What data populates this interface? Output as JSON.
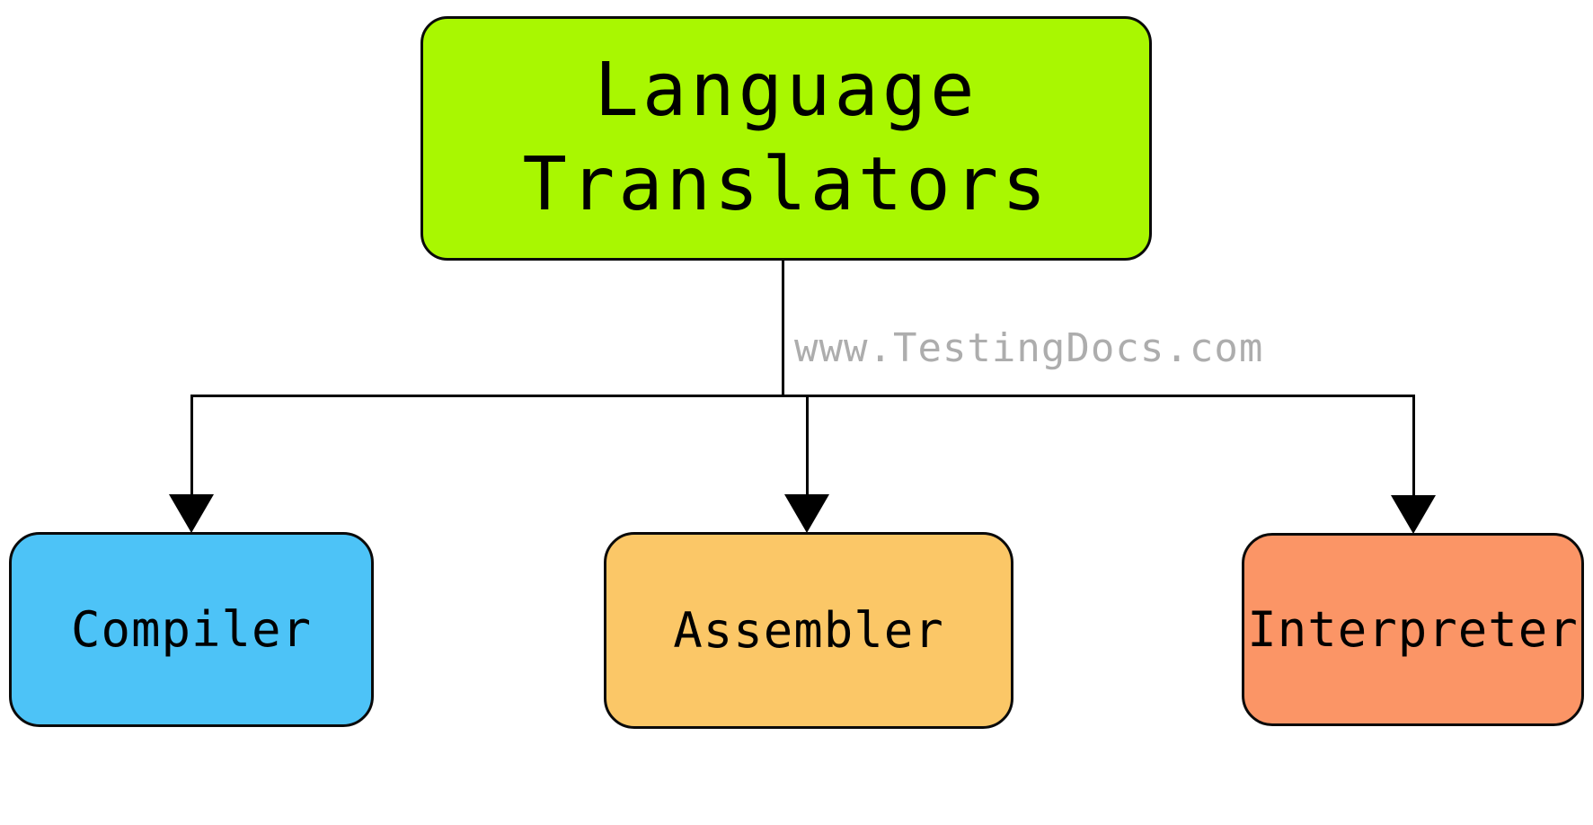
{
  "diagram": {
    "root": {
      "label_line1": "Language",
      "label_line2": "Translators",
      "color": "#a9f701"
    },
    "watermark": {
      "text": "www.TestingDocs.com",
      "color": "#adadad"
    },
    "nodes": [
      {
        "label": "Compiler",
        "color": "#4dc3f7"
      },
      {
        "label": "Assembler",
        "color": "#fbc767"
      },
      {
        "label": "Interpreter",
        "color": "#fb9566"
      }
    ],
    "line_color": "#000000"
  }
}
